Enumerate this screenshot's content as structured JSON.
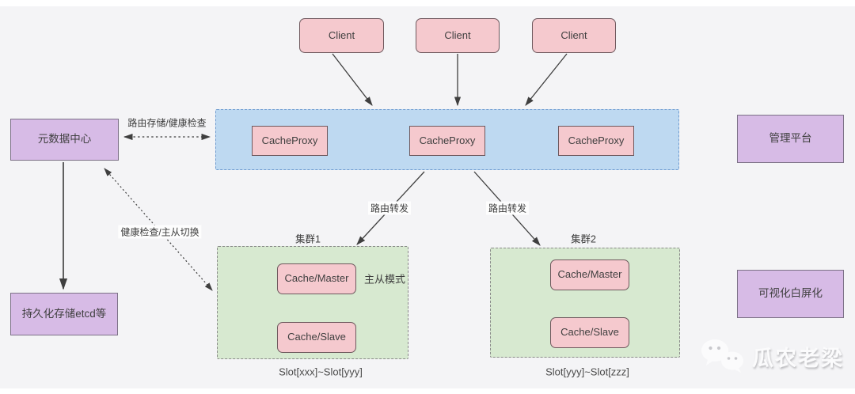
{
  "nodes": {
    "clients": [
      {
        "label": "Client"
      },
      {
        "label": "Client"
      },
      {
        "label": "Client"
      }
    ],
    "proxy_layer": {
      "proxies": [
        {
          "label": "CacheProxy"
        },
        {
          "label": "CacheProxy"
        },
        {
          "label": "CacheProxy"
        }
      ]
    },
    "metadata_center": {
      "label": "元数据中心"
    },
    "persistent_storage": {
      "label": "持久化存储etcd等"
    },
    "management_platform": {
      "label": "管理平台"
    },
    "visualization_platform": {
      "label": "可视化白屏化"
    },
    "clusters": [
      {
        "title": "集群1",
        "master_label": "Cache/Master",
        "slave_label": "Cache/Slave",
        "mode_note": "主从模式",
        "slot_range": "Slot[xxx]~Slot[yyy]"
      },
      {
        "title": "集群2",
        "master_label": "Cache/Master",
        "slave_label": "Cache/Slave",
        "slot_range": "Slot[yyy]~Slot[zzz]"
      }
    ]
  },
  "edges": {
    "labels": {
      "route_storage_health_check": "路由存储/健康检查",
      "health_check_failover": "健康检查/主从切换",
      "route_forward_left": "路由转发",
      "route_forward_right": "路由转发"
    }
  },
  "watermark": {
    "text": "瓜农老梁",
    "icon": "wechat-icon"
  },
  "colors": {
    "node_pink": "#f5c9ce",
    "proxy_layer_blue": "#bed9f1",
    "platform_purple": "#d7bbe6",
    "cluster_green": "#d7e9d0",
    "line": "#3f3f3f",
    "background": "#f4f4f6"
  }
}
